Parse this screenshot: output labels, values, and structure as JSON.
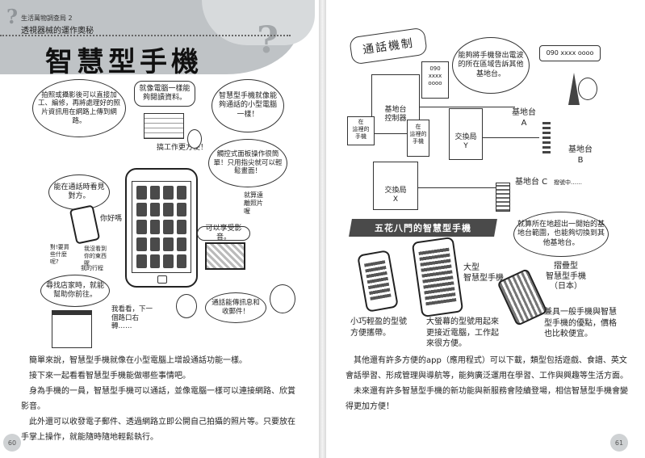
{
  "left": {
    "header_subtitle": "生活萬物調查局 2",
    "header_subtitle2": "透視器械的運作奧秘",
    "title": "智慧型手機",
    "bubbles": {
      "camera": "拍照或攝影後可以直接加工、編修，再將處理好的照片資訊用在網路上傳到網路。",
      "pc": "就像電腦一樣能夠閱讀資料。",
      "smart": "智慧型手機就像能夠通話的小型電腦一樣！",
      "convenient": "搞工作更方便！",
      "touch": "觸控式面板操作很簡單！只用指尖就可以輕鬆畫面！",
      "call": "能在通話時看見對方。",
      "hello": "你好嗎",
      "photo_view": "就算遠離照片喔",
      "video": "可以享受影音。",
      "map": "尋找店家時，就能幫助你前往。",
      "left_turn": "我看看，下一個路口右轉……",
      "mail": "通話能傳訊息和收郵件！",
      "small1": "對!要買些什麼呢?",
      "small2": "我沒看到你的東西喔",
      "small3": "我的行程"
    },
    "body": [
      "簡單來說，智慧型手機就像在小型電腦上增設通話功能一樣。",
      "接下來一起看看智慧型手機能做哪些事情吧。",
      "身為手機的一員，智慧型手機可以通話，並像電腦一樣可以連接網路、欣賞影音。",
      "此外還可以收發電子郵件、透過網路立即公開自己拍攝的照片等。只要放在手掌上操作，就能隨時隨地輕鬆執行。"
    ],
    "page_number": "60"
  },
  "right": {
    "section_title": "通話機制",
    "bubble_phone": "能夠將手機發出電波的所在區域告訴其他基地台。",
    "bubble_base": "就算所在地超出一開始的基地台範圍，也能夠切換到其他基地台。",
    "phone_number": "090 xxxx oooo",
    "base_a": "基地台\nA",
    "base_b": "基地台\nB",
    "base_c": "基地台 C",
    "controller": "基地台\n控制器",
    "exchange_y": "交換局\nY",
    "exchange_x": "交換局\nX",
    "note_phone": "在\n這裡的\n手機",
    "note_box": "在\n這裡的\n手機",
    "note_list": "090\nxxxx\noooo",
    "calling": "撥號中……",
    "banner": "五花八門的智慧型手機",
    "caption_big": "大型\n智慧型手機",
    "caption_jp": "摺疊型\n智慧型手機\n（日本）",
    "caption_small": "小巧輕盈的型號方便攜帶。",
    "caption_large": "大螢幕的型號用起來更接近電腦，工作起來很方便。",
    "caption_flip": "兼具一般手機與智慧型手機的優點，價格也比較便宜。",
    "body": [
      "其他還有許多方便的app（應用程式）可以下載，類型包括遊戲、食譜、英文會話學習、形成管理與導航等，能夠廣泛運用在學習、工作與興趣等生活方面。",
      "未來還有許多智慧型手機的新功能與新服務會陸續登場，相信智慧型手機會變得更加方便！"
    ],
    "page_number": "61"
  }
}
